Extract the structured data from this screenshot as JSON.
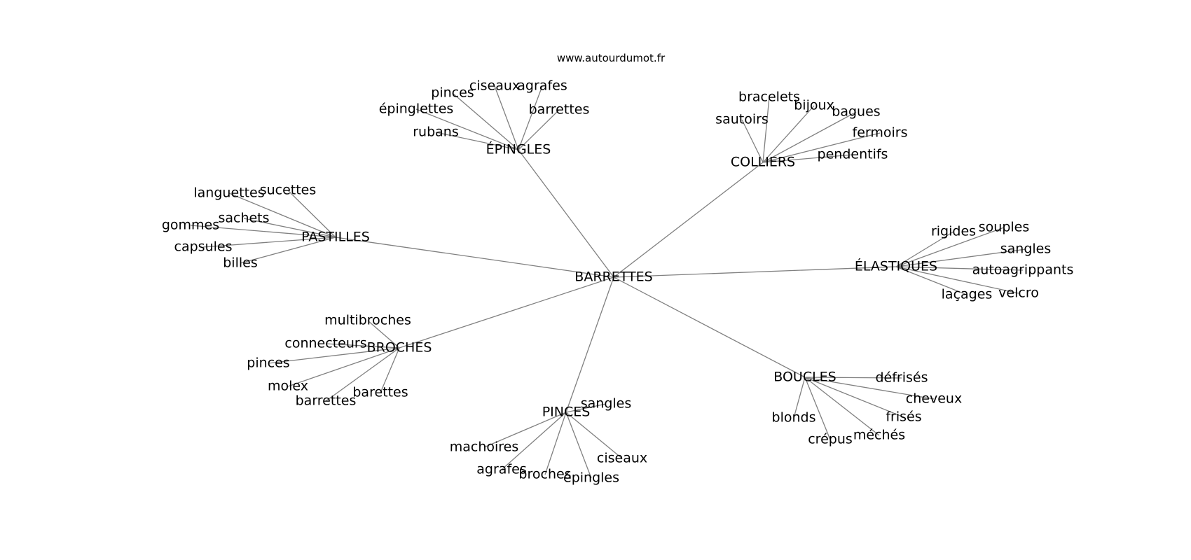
{
  "header": {
    "site": "www.autourdumot.fr"
  },
  "graph": {
    "root": "BARRETTES",
    "clusters": [
      {
        "id": "epingles",
        "label": "ÉPINGLES",
        "leaves": [
          "pinces",
          "ciseaux",
          "agrafes",
          "épinglettes",
          "barrettes",
          "rubans"
        ]
      },
      {
        "id": "colliers",
        "label": "COLLIERS",
        "leaves": [
          "bracelets",
          "bijoux",
          "sautoirs",
          "bagues",
          "fermoirs",
          "pendentifs"
        ]
      },
      {
        "id": "pastilles",
        "label": "PASTILLES",
        "leaves": [
          "languettes",
          "sucettes",
          "sachets",
          "gommes",
          "capsules",
          "billes"
        ]
      },
      {
        "id": "elastiques",
        "label": "ÉLASTIQUES",
        "leaves": [
          "rigides",
          "souples",
          "sangles",
          "autoagrippants",
          "laçages",
          "velcro"
        ]
      },
      {
        "id": "broches",
        "label": "BROCHES",
        "leaves": [
          "multibroches",
          "connecteurs",
          "pinces",
          "molex",
          "barrettes",
          "barettes"
        ]
      },
      {
        "id": "pinces",
        "label": "PINCES",
        "leaves": [
          "sangles",
          "machoires",
          "agrafes",
          "broches",
          "épingles",
          "ciseaux"
        ]
      },
      {
        "id": "boucles",
        "label": "BOUCLES",
        "leaves": [
          "défrisés",
          "cheveux",
          "blonds",
          "frisés",
          "crépus",
          "méchés"
        ]
      }
    ]
  }
}
